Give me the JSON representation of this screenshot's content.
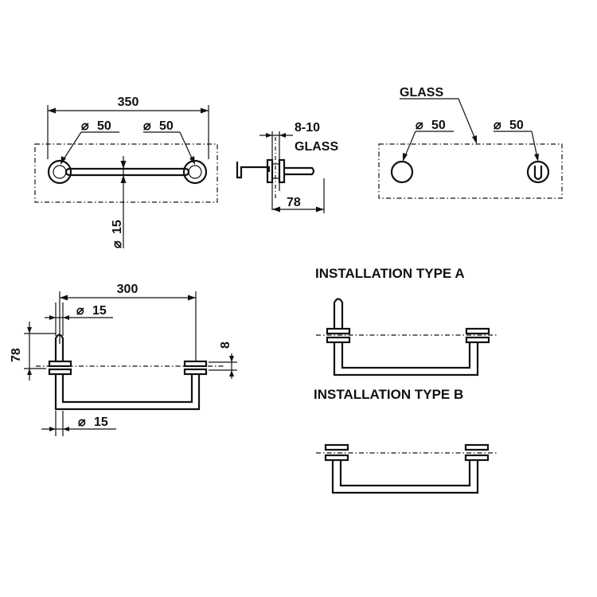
{
  "top_front_view": {
    "overall_width": "350",
    "left_rosette_dia": "50",
    "right_rosette_dia": "50",
    "bar_dia": "15"
  },
  "side_view": {
    "glass_thickness": "8-10",
    "glass_label": "GLASS",
    "projection": "78"
  },
  "back_view": {
    "glass_label": "GLASS",
    "left_rosette_dia": "50",
    "right_rosette_dia": "50"
  },
  "bottom_front_view": {
    "centres": "300",
    "post_dia": "15",
    "bar_dia": "15",
    "height": "78",
    "glass_gap": "8"
  },
  "install_a": {
    "title": "INSTALLATION TYPE A"
  },
  "install_b": {
    "title": "INSTALLATION TYPE B"
  },
  "symbols": {
    "diameter": "⌀"
  }
}
